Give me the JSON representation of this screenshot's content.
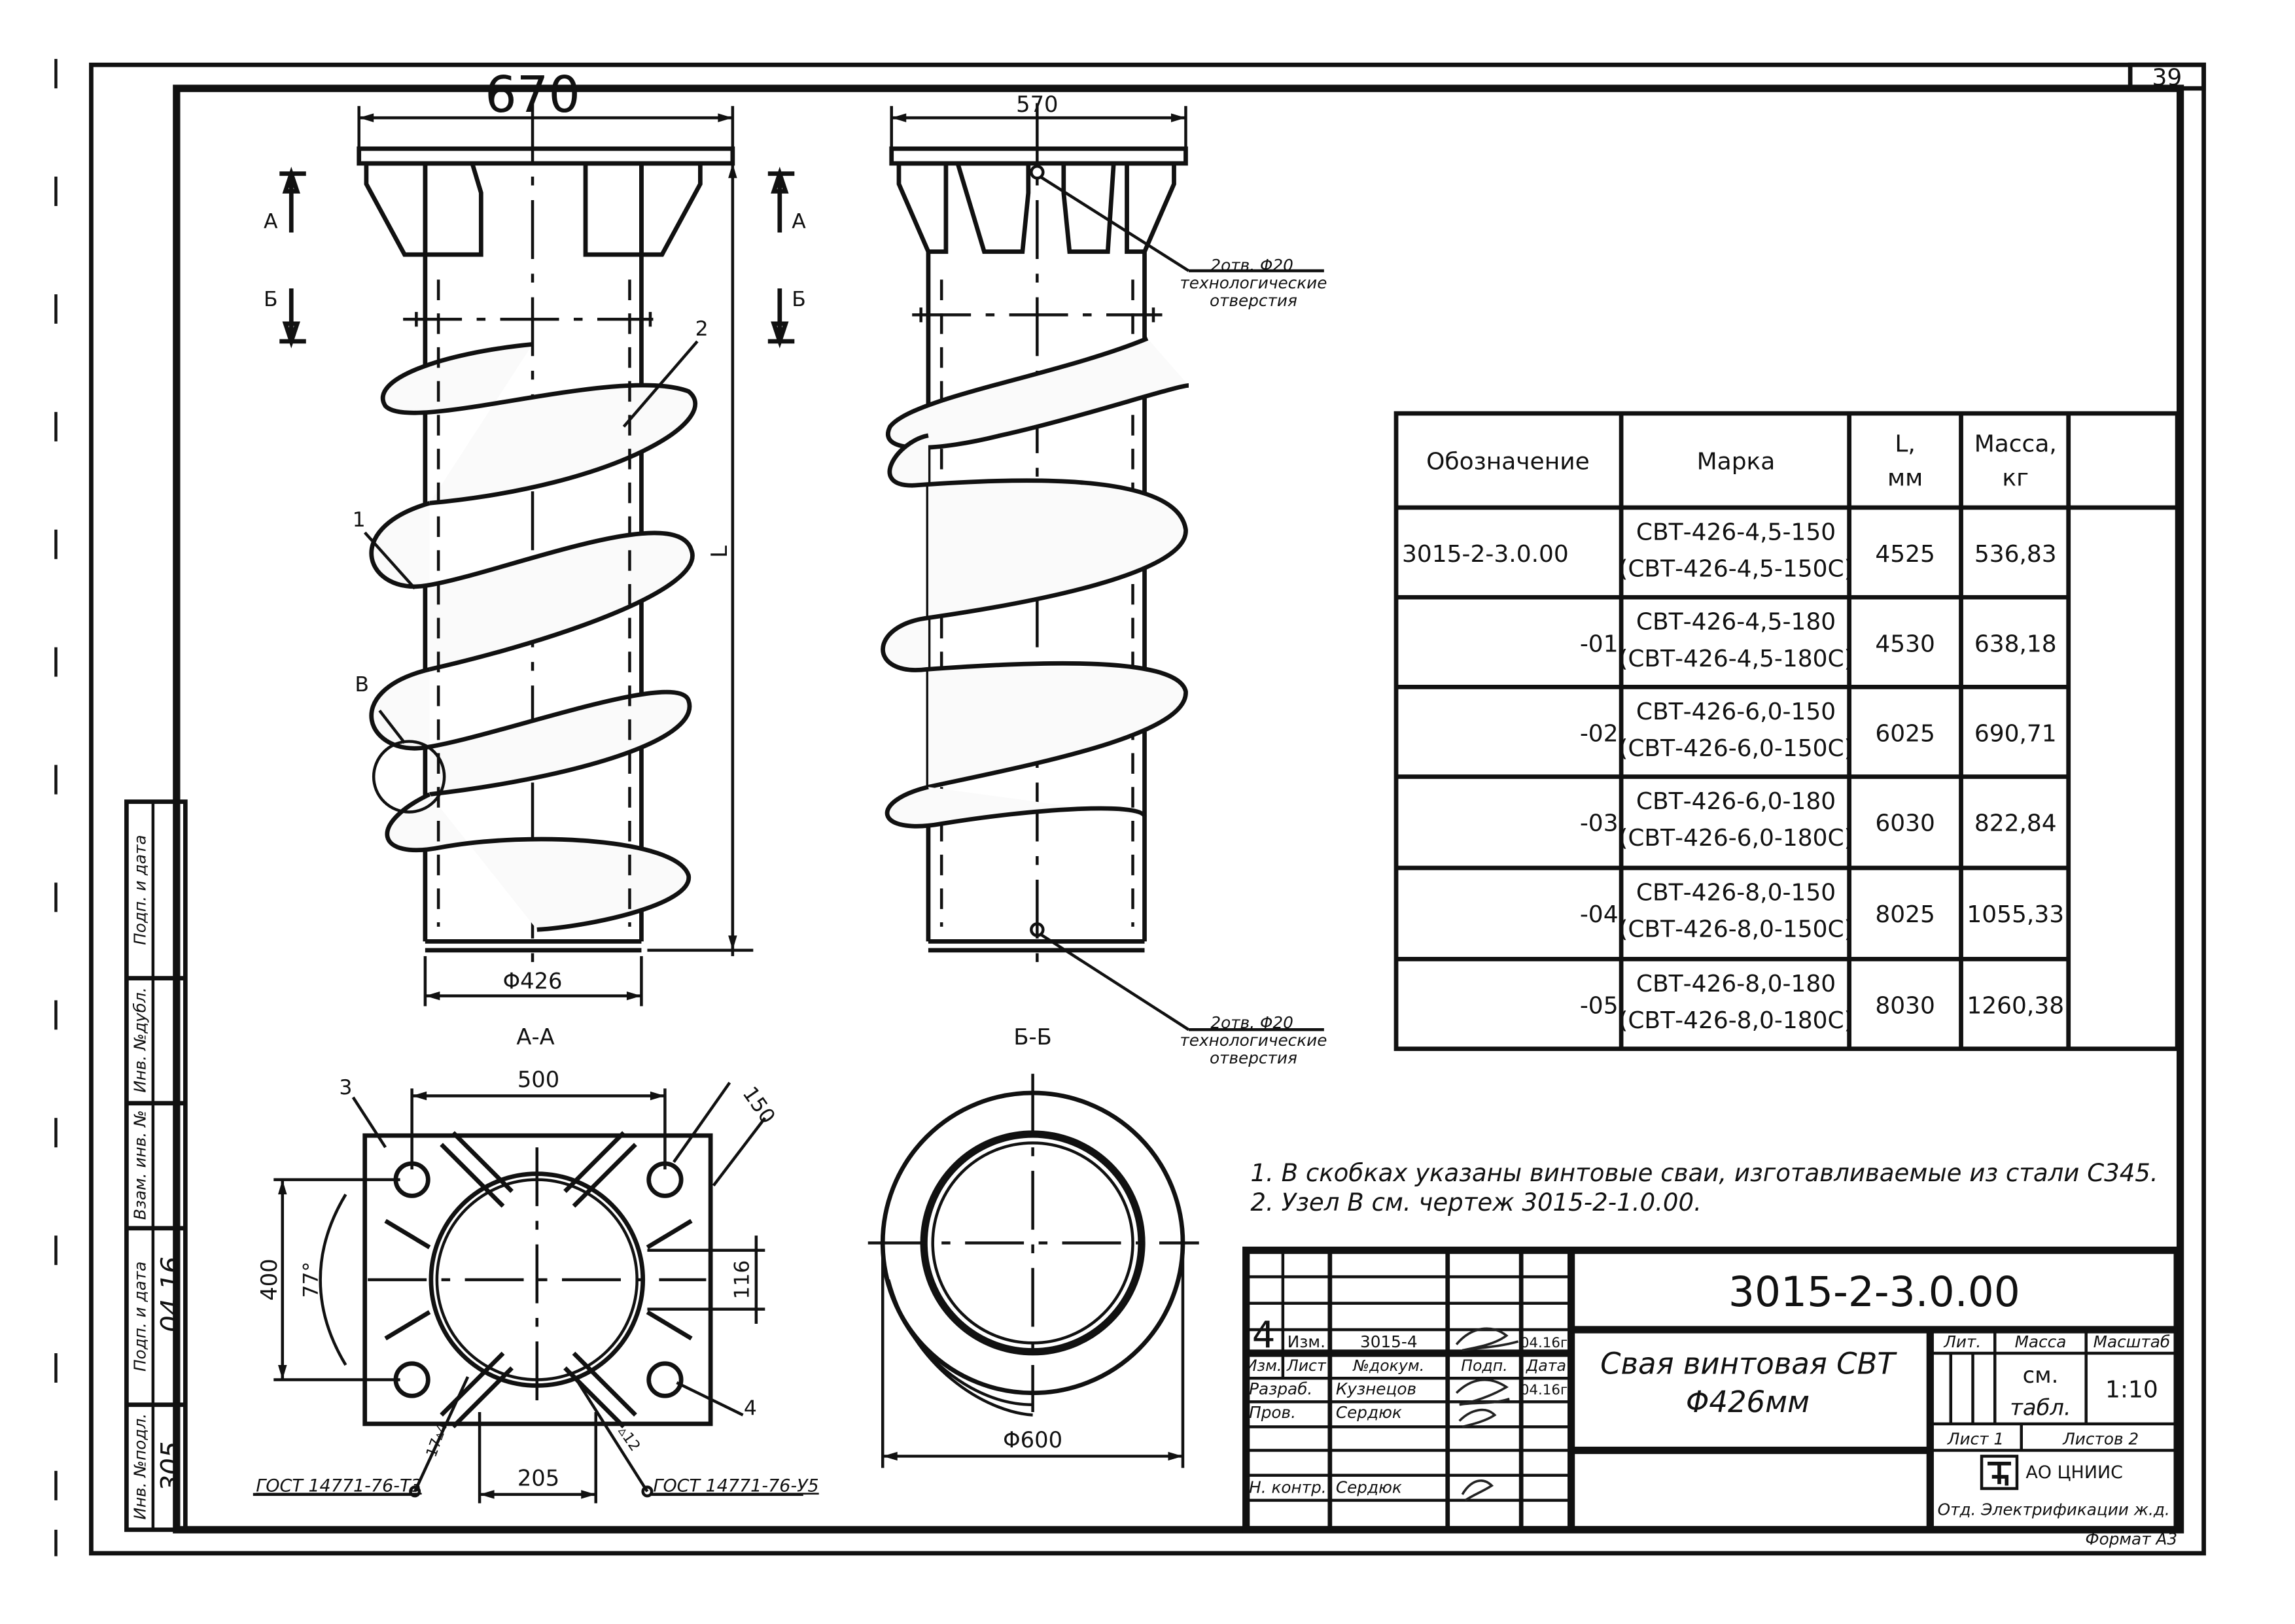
{
  "sheet": {
    "page_number": "39",
    "format_label": "Формат А3"
  },
  "side_stamp": {
    "labels": [
      "Подп. и дата",
      "Инв. №дубл.",
      "Взам. инв. №",
      "Подп. и дата",
      "Инв. №подл."
    ],
    "handwritten_date": "04.16",
    "handwritten_inv": "305"
  },
  "elevation_left": {
    "top_width": "670",
    "diameter": "Φ426",
    "length_label": "L",
    "section_a": "А",
    "section_b": "Б",
    "callout_1": "1",
    "callout_2": "2",
    "callout_node": "В"
  },
  "elevation_right": {
    "top_width": "570",
    "holes_top_line1": "2отв. Φ20",
    "holes_top_line2": "технологические",
    "holes_top_line3": "отверстия",
    "holes_bottom_line1": "2отв. Φ20",
    "holes_bottom_line2": "технологические",
    "holes_bottom_line3": "отверстия"
  },
  "section_aa": {
    "title": "А-А",
    "dim_500": "500",
    "dim_150": "150",
    "dim_400": "400",
    "angle": "77°",
    "dim_116": "116",
    "dim_205": "205",
    "callout_3": "3",
    "callout_4": "4",
    "weld_1": "17▵4",
    "weld_2": "▵12",
    "gost_left": "ГОСТ 14771-76-Т3",
    "gost_right": "ГОСТ 14771-76-У5"
  },
  "section_bb": {
    "title": "Б-Б",
    "diameter": "Φ600"
  },
  "table": {
    "headers": [
      "Обозначение",
      "Марка",
      "L,",
      "мм",
      "Масса,",
      "кг"
    ],
    "rows": [
      {
        "designation": "3015-2-3.0.00",
        "mark1": "СВТ-426-4,5-150",
        "mark2": "(СВТ-426-4,5-150С)",
        "length": "4525",
        "mass": "536,83"
      },
      {
        "designation": "-01",
        "mark1": "СВТ-426-4,5-180",
        "mark2": "(СВТ-426-4,5-180С)",
        "length": "4530",
        "mass": "638,18"
      },
      {
        "designation": "-02",
        "mark1": "СВТ-426-6,0-150",
        "mark2": "(СВТ-426-6,0-150С)",
        "length": "6025",
        "mass": "690,71"
      },
      {
        "designation": "-03",
        "mark1": "СВТ-426-6,0-180",
        "mark2": "(СВТ-426-6,0-180С)",
        "length": "6030",
        "mass": "822,84"
      },
      {
        "designation": "-04",
        "mark1": "СВТ-426-8,0-150",
        "mark2": "(СВТ-426-8,0-150С)",
        "length": "8025",
        "mass": "1055,33"
      },
      {
        "designation": "-05",
        "mark1": "СВТ-426-8,0-180",
        "mark2": "(СВТ-426-8,0-180С)",
        "length": "8030",
        "mass": "1260,38"
      }
    ]
  },
  "notes": [
    "1. В скобках указаны винтовые сваи, изготавливаемые из стали С345.",
    "2. Узел В см. чертеж 3015-2-1.0.00."
  ],
  "title_block": {
    "document_code": "3015-2-3.0.00",
    "name_line1": "Свая винтовая СВТ",
    "name_line2": "Φ426мм",
    "rev_no": "4",
    "rev_label": "Изм.",
    "rev_doc": "3015-4",
    "rev_date": "04.16г.",
    "col_izm": "Изм.",
    "col_list": "Лист",
    "col_doc": "№докум.",
    "col_sign": "Подп.",
    "col_date": "Дата",
    "role_dev": "Разраб.",
    "name_dev": "Кузнецов",
    "date_dev": "04.16г.",
    "role_check": "Пров.",
    "name_check": "Сердюк",
    "role_norm": "Н. контр.",
    "name_norm": "Сердюк",
    "lit_label": "Лит.",
    "mass_label": "Масса",
    "scale_label": "Масштаб",
    "mass_value1": "см.",
    "mass_value2": "табл.",
    "scale_value": "1:10",
    "sheet_label": "Лист 1",
    "sheets_label": "Листов 2",
    "org_logo": "ЦС",
    "org_name": "АО ЦНИИС",
    "org_dept": "Отд. Электрификации ж.д."
  }
}
